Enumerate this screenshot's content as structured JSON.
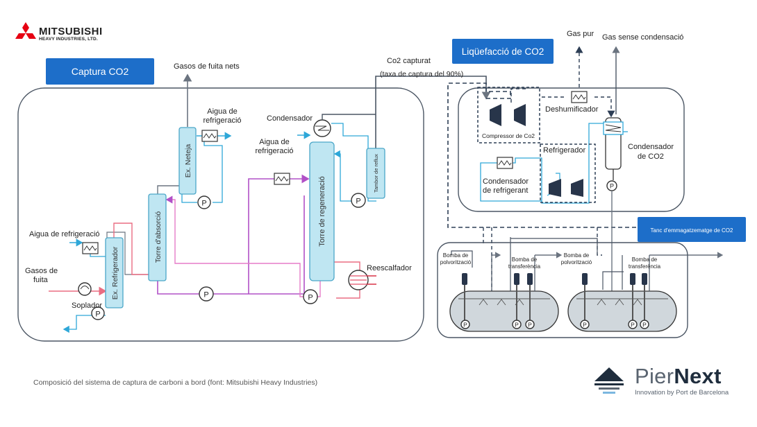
{
  "logo": {
    "company": "MITSUBISHI",
    "division": "HEAVY INDUSTRIES, LTD.",
    "icon": "three-diamonds-icon",
    "color": "#e60012"
  },
  "headers": {
    "capture": "Captura CO2",
    "liquefaction": "Liqüefacció de CO2",
    "storage_tank": "Tanc d'emmagatzematge de CO2"
  },
  "labels": {
    "clean_exhaust": "Gasos de fuita nets",
    "cooling_water_washer_1": "Aigua de",
    "cooling_water_washer_2": "refrigeració",
    "condenser": "Condensador",
    "cooling_water_mid_1": "Aigua de",
    "cooling_water_mid_2": "refrigeració",
    "co2_captured": "Co2 capturat",
    "capture_rate": "(taxa de captura del 90%)",
    "reboiler": "Reescalfador",
    "cooling_water_left": "Aigua de refrigeració",
    "exhaust_1": "Gasos de",
    "exhaust_2": "fuita",
    "blower": "Soplador",
    "pure_gas": "Gas pur",
    "non_condensed_gas": "Gas sense condensació",
    "compressor": "Compressor de Co2",
    "dehumidifier": "Deshumificador",
    "refrigerator": "Refrigerador",
    "refrigerant_condenser_1": "Condensador",
    "refrigerant_condenser_2": "de refrigerant",
    "co2_condenser_1": "Condensador",
    "co2_condenser_2": "de CO2",
    "spray_pump_1a": "Bomba de",
    "spray_pump_1b": "polvorització",
    "transfer_pump_1a": "Bomba de",
    "transfer_pump_1b": "transferència",
    "spray_pump_2a": "Bomba de",
    "spray_pump_2b": "polvorització",
    "transfer_pump_2a": "Bomba de",
    "transfer_pump_2b": "transferència"
  },
  "columns": {
    "washer": "Ex. Neteja",
    "absorber": "Torre d'absorció",
    "cooler": "Ex. Refrigerador",
    "regenerator": "Torre de regeneració",
    "reflux_drum": "Tambor de reflux"
  },
  "pump_symbol": "P",
  "caption": "Composició del sistema de captura de carboni a bord (font: Mitsubishi Heavy Industries)",
  "brand": {
    "name_light": "Pier",
    "name_bold": "Next",
    "tagline": "Innovation by Port de Barcelona"
  },
  "colors": {
    "header_blue": "#1d6ec9",
    "column_fill": "#bfe6f2",
    "cooling_line": "#2ea7d8",
    "solvent_line": "#b150c7",
    "hot_line": "#ea6d82",
    "gas_line": "#6b7480",
    "dashed_line": "#2d3e55"
  }
}
